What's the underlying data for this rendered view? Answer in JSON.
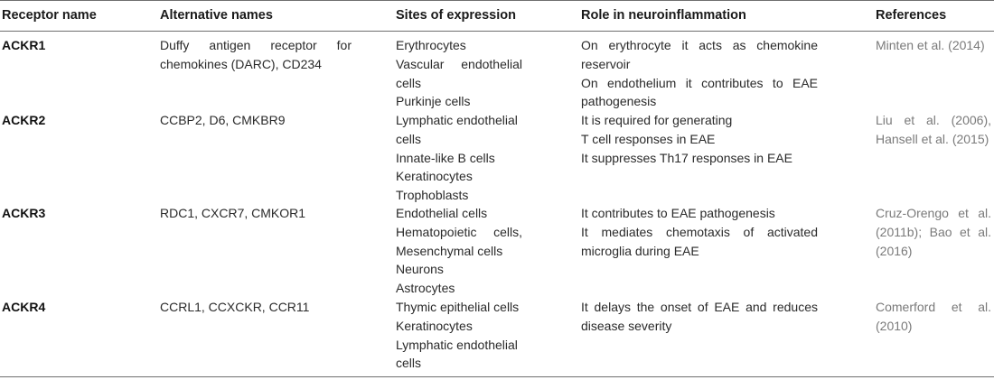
{
  "table": {
    "headers": {
      "receptor": "Receptor name",
      "alternative": "Alternative names",
      "sites": "Sites of expression",
      "role": "Role in neuroinflammation",
      "references": "References"
    },
    "rows": [
      {
        "name": "ACKR1",
        "alternative": "Duffy antigen receptor for chemokines (DARC), CD234",
        "sites": [
          "Erythrocytes",
          "Vascular endothelial cells",
          "Purkinje cells"
        ],
        "role": [
          "On erythrocyte it acts as chemokine reservoir",
          "On endothelium it contributes to EAE pathogenesis"
        ],
        "references": "Minten et al. (2014)"
      },
      {
        "name": "ACKR2",
        "alternative": "CCBP2, D6, CMKBR9",
        "sites": [
          "Lymphatic endothelial cells",
          "Innate-like B cells",
          "Keratinocytes",
          "Trophoblasts"
        ],
        "role": [
          "It is required for generating",
          "T cell responses in EAE",
          "It suppresses Th17 responses in EAE"
        ],
        "references": "Liu et al. (2006), Hansell et al. (2015)"
      },
      {
        "name": "ACKR3",
        "alternative": "RDC1, CXCR7, CMKOR1",
        "sites": [
          "Endothelial cells",
          "Hematopoietic cells, Mesenchymal cells",
          "Neurons",
          "Astrocytes"
        ],
        "role": [
          "It contributes to EAE pathogenesis",
          "It mediates chemotaxis of activated microglia during EAE"
        ],
        "references": "Cruz-Orengo et al. (2011b); Bao et al. (2016)"
      },
      {
        "name": "ACKR4",
        "alternative": "CCRL1, CCXCKR, CCR11",
        "sites": [
          "Thymic epithelial cells",
          "Keratinocytes",
          "Lymphatic endothelial cells"
        ],
        "role": [
          "It delays the onset of EAE and reduces disease severity"
        ],
        "references": "Comerford et al. (2010)"
      }
    ]
  }
}
